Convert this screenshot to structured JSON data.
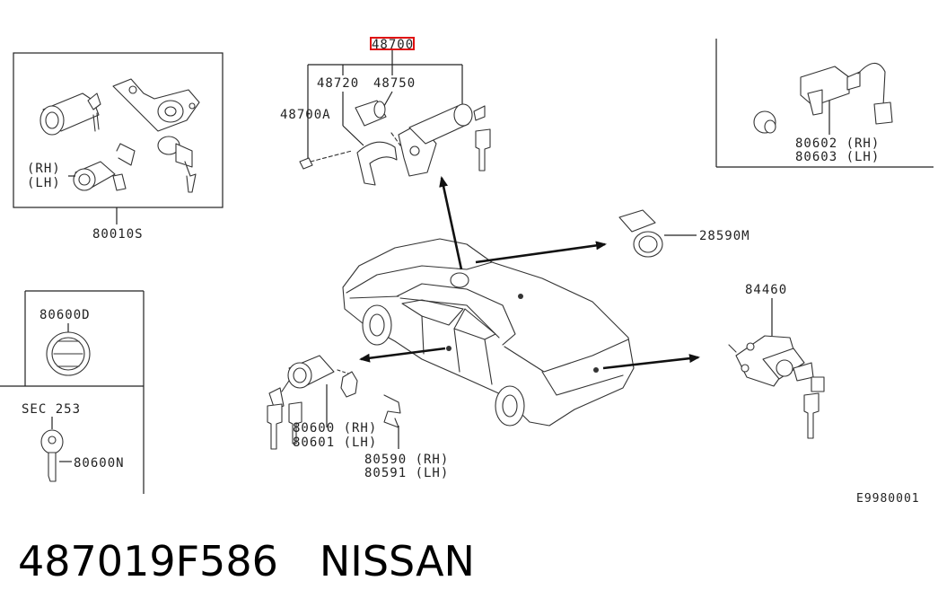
{
  "diagram": {
    "code": "E9980001",
    "callouts": {
      "main_part": "48700",
      "part_48720": "48720",
      "part_48750": "48750",
      "part_48700A": "48700A",
      "kit_80010S": "80010S",
      "kit_rh": "(RH)",
      "kit_lh": "(LH)",
      "part_80602": "80602 (RH)",
      "part_80603": "80603 (LH)",
      "part_28590M": "28590M",
      "part_80600D": "80600D",
      "sec_253": "SEC 253",
      "part_80600N": "80600N",
      "part_84460": "84460",
      "part_80600": "80600 (RH)",
      "part_80601": "80601 (LH)",
      "part_80590": "80590 (RH)",
      "part_80591": "80591 (LH)"
    },
    "highlight_color": "#e01010"
  },
  "footer": {
    "part_number": "487019F586",
    "brand": "NISSAN"
  }
}
